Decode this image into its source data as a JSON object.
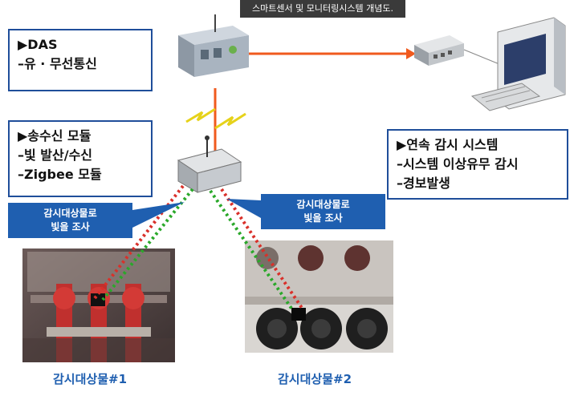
{
  "caption": "스마트센서 및 모니터링시스템 개념도.",
  "boxes": {
    "das": [
      "▶DAS",
      "–유 · 무선통신"
    ],
    "transceiver": [
      "▶송수신 모듈",
      "–빛 발산/수신",
      "–Zigbee 모듈"
    ],
    "monitoring": [
      "▶연속 감시 시스템",
      "–시스템 이상유무 감시",
      "–경보발생"
    ]
  },
  "callouts": {
    "left": [
      "감시대상물로",
      "빛을 조사"
    ],
    "right": [
      "감시대상물로",
      "빛을 조사"
    ]
  },
  "targets": [
    "감시대상물#1",
    "감시대상물#2"
  ],
  "colors": {
    "box_border": "#1f4e9a",
    "callout": "#1f5fb0",
    "orange_link": "#f05a1e",
    "laser_red": "#d9302a",
    "laser_green": "#2aa82a"
  }
}
